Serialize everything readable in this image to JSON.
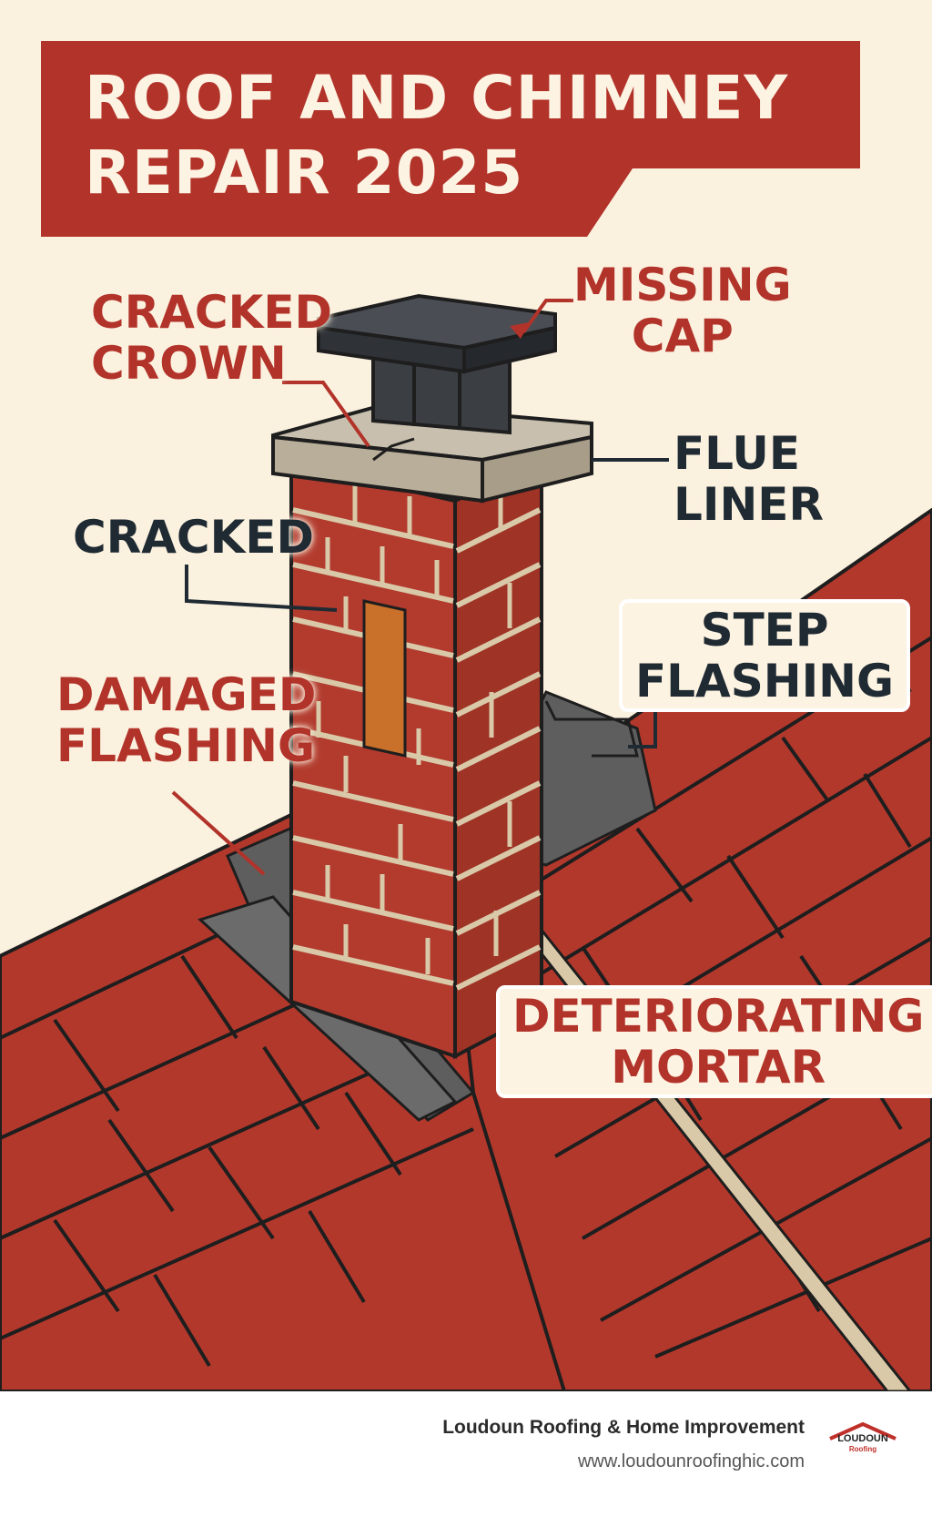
{
  "title": {
    "line1": "ROOF AND CHIMNEY",
    "line2": "REPAIR 2025"
  },
  "labels": {
    "missing_cap": [
      "MISSING",
      "CAP"
    ],
    "cracked_crown": [
      "CRACKED",
      "CROWN"
    ],
    "flue_liner": [
      "FLUE",
      "LINER"
    ],
    "cracked": "CRACKED",
    "step_flashing": [
      "STEP",
      "FLASHING"
    ],
    "damaged_flashing": [
      "DAMAGED",
      "FLASHING"
    ],
    "deteriorating_mortar": [
      "DETERIORATING",
      "MORTAR"
    ]
  },
  "footer": {
    "company": "Loudoun Roofing & Home Improvement",
    "url": "www.loudounroofinghic.com",
    "logo_word": "LOUDOUN",
    "logo_sub": "Roofing"
  },
  "colors": {
    "title_bg": "#b2332a",
    "title_text": "#fdf3e2",
    "background": "#fbf1df",
    "roof": "#b3382c",
    "brick": "#b23b2e",
    "mortar": "#d9c9a8",
    "cap": "#3b3f44",
    "crown": "#c8bfae",
    "flashing": "#5e5e5e",
    "label_red": "#b2332a",
    "label_dark": "#1f2a33"
  }
}
